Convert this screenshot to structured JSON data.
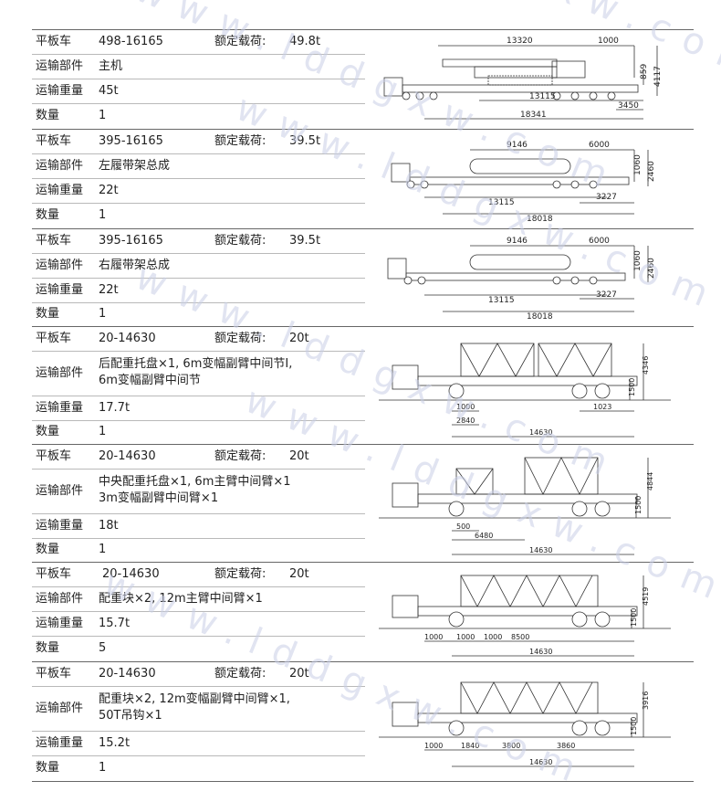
{
  "labels": {
    "trailer": "平板车",
    "part": "运输部件",
    "weight": "运输重量",
    "qty": "数量",
    "capacity": "额定载荷:"
  },
  "blocks": [
    {
      "trailer": "498-16165",
      "capacity": "49.8t",
      "part": "主机",
      "weight": "45t",
      "qty": "1",
      "dims": [
        "13320",
        "1000",
        "859",
        "4117",
        "13115",
        "3450",
        "18341"
      ]
    },
    {
      "trailer": "395-16165",
      "capacity": "39.5t",
      "part": "左履带架总成",
      "weight": "22t",
      "qty": "1",
      "dims": [
        "9146",
        "6000",
        "1060",
        "2460",
        "13115",
        "3227",
        "18018"
      ]
    },
    {
      "trailer": "395-16165",
      "capacity": "39.5t",
      "part": "右履带架总成",
      "weight": "22t",
      "qty": "1",
      "dims": [
        "9146",
        "6000",
        "1060",
        "2460",
        "13115",
        "3227",
        "18018"
      ]
    },
    {
      "trailer": "20-14630",
      "capacity": "20t",
      "part": "后配重托盘×1, 6m变幅副臂中间节Ⅰ,",
      "part2": "6m变幅副臂中间节",
      "weight": "17.7t",
      "qty": "1",
      "dims": [
        "4346",
        "1500",
        "1000",
        "1023",
        "2840",
        "14630"
      ]
    },
    {
      "trailer": "20-14630",
      "capacity": "20t",
      "part": "中央配重托盘×1, 6m主臂中间臂×1",
      "part2": "3m变幅副臂中间臂×1",
      "weight": "18t",
      "qty": "1",
      "dims": [
        "4844",
        "1500",
        "500",
        "6480",
        "14630"
      ]
    },
    {
      "trailer": "20-14630",
      "capacity": "20t",
      "part": "配重块×2, 12m主臂中间臂×1",
      "weight": "15.7t",
      "qty": "5",
      "dims": [
        "4519",
        "1500",
        "1000",
        "1000",
        "1000",
        "8500",
        "14630"
      ]
    },
    {
      "trailer": "20-14630",
      "capacity": "20t",
      "part": "配重块×2, 12m变幅副臂中间臂×1,",
      "part2": "50T吊钩×1",
      "weight": "15.2t",
      "qty": "1",
      "dims": [
        "3916",
        "1500",
        "1000",
        "1840",
        "3800",
        "3860",
        "14630"
      ]
    }
  ],
  "watermark": [
    "www.lddgxw.com",
    "www.lddgxw.com",
    "www.lddgxw.com",
    "www.lddgxw.com",
    "www.lddgxw.com",
    "gxw.com"
  ]
}
